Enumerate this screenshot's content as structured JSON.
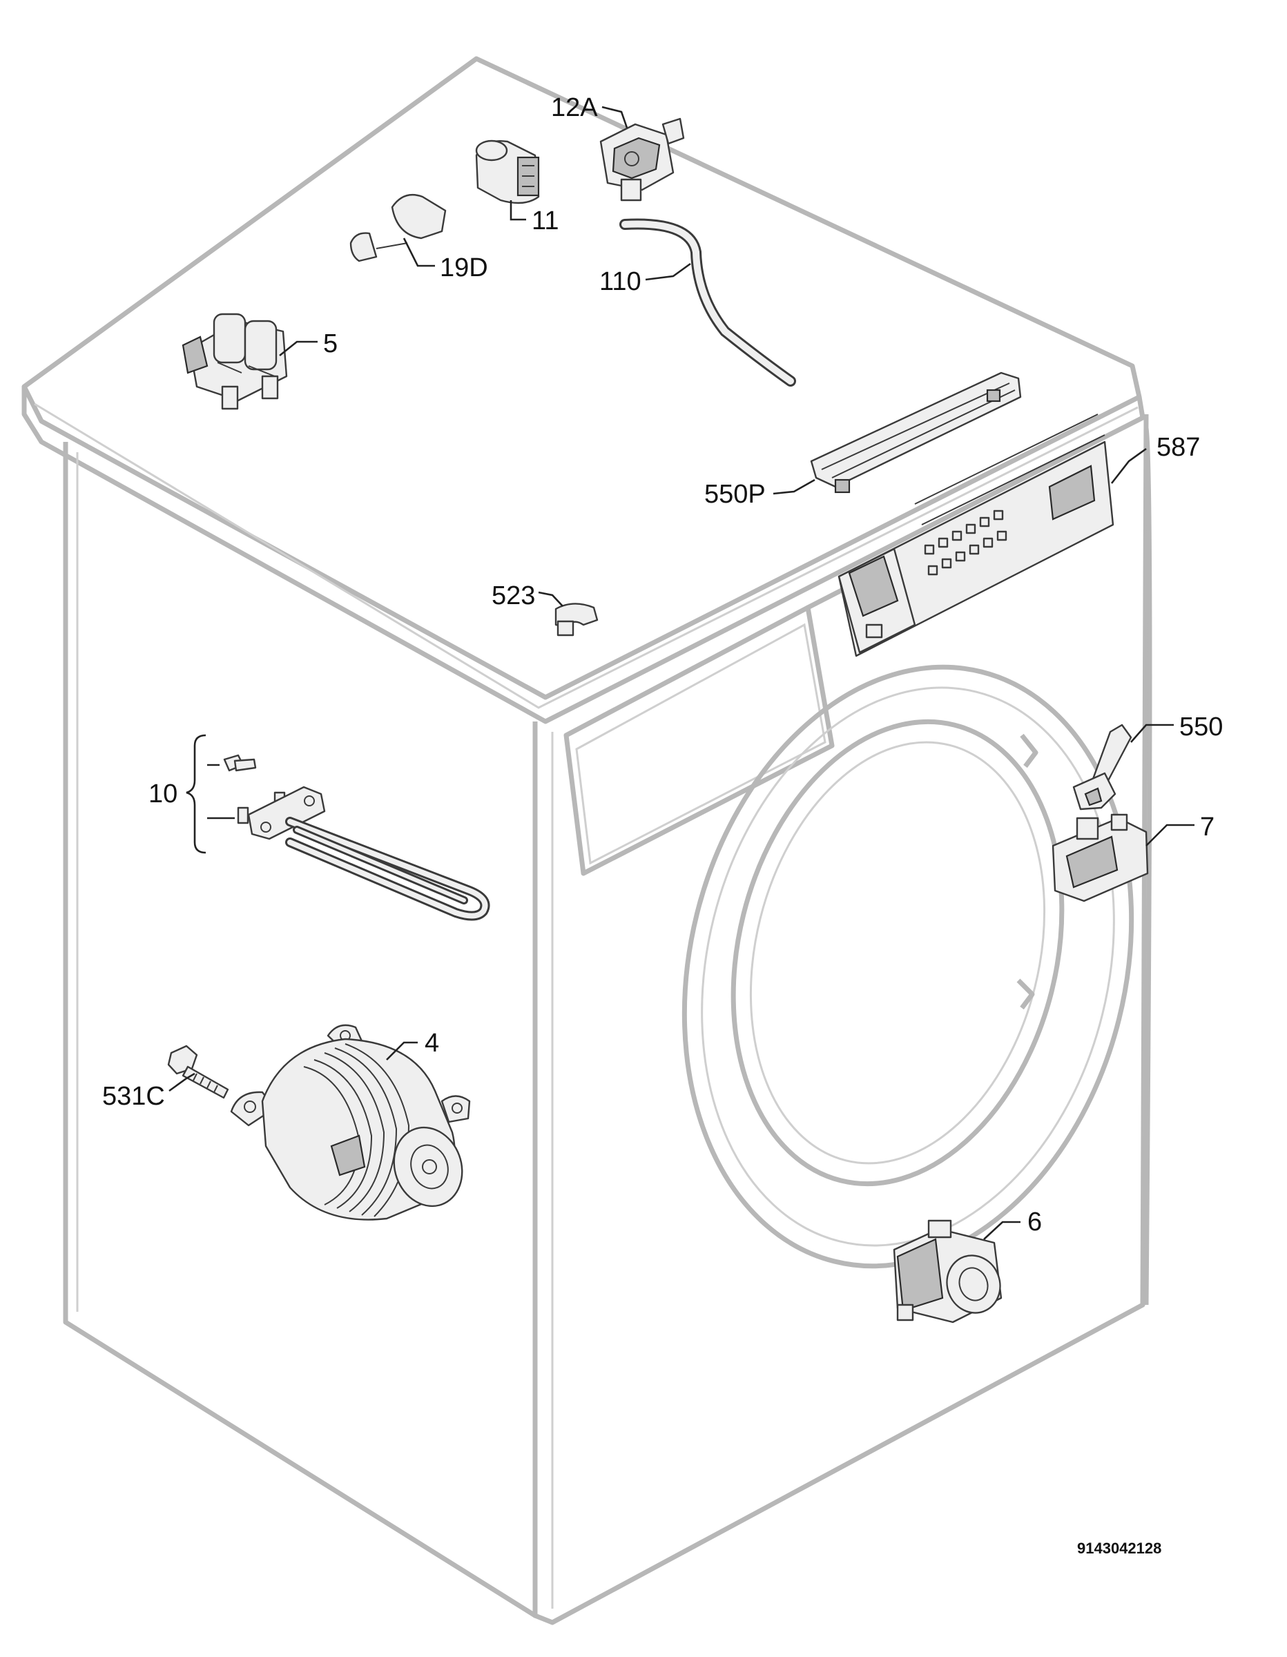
{
  "labels": {
    "p12A": "12A",
    "p11": "11",
    "p19D": "19D",
    "p110": "110",
    "p5": "5",
    "p550P": "550P",
    "p587": "587",
    "p523": "523",
    "p10": "10",
    "p550": "550",
    "p7": "7",
    "p4": "4",
    "p531C": "531C",
    "p6": "6"
  },
  "document_number": "9143042128",
  "colors": {
    "outline": "#b7b7b7",
    "text": "#111111",
    "part_stroke": "#3a3a3a"
  }
}
